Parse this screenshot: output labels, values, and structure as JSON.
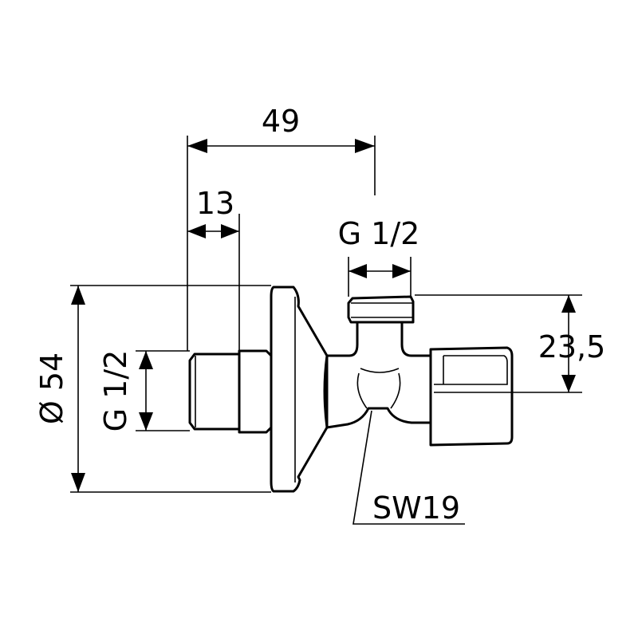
{
  "dimensions": {
    "total_width": "49",
    "thread_length": "13",
    "outlet_thread": "G 1/2",
    "outlet_height": "23,5",
    "rosette_diameter": "Ø 54",
    "inlet_thread": "G 1/2",
    "wrench_size": "SW19"
  }
}
